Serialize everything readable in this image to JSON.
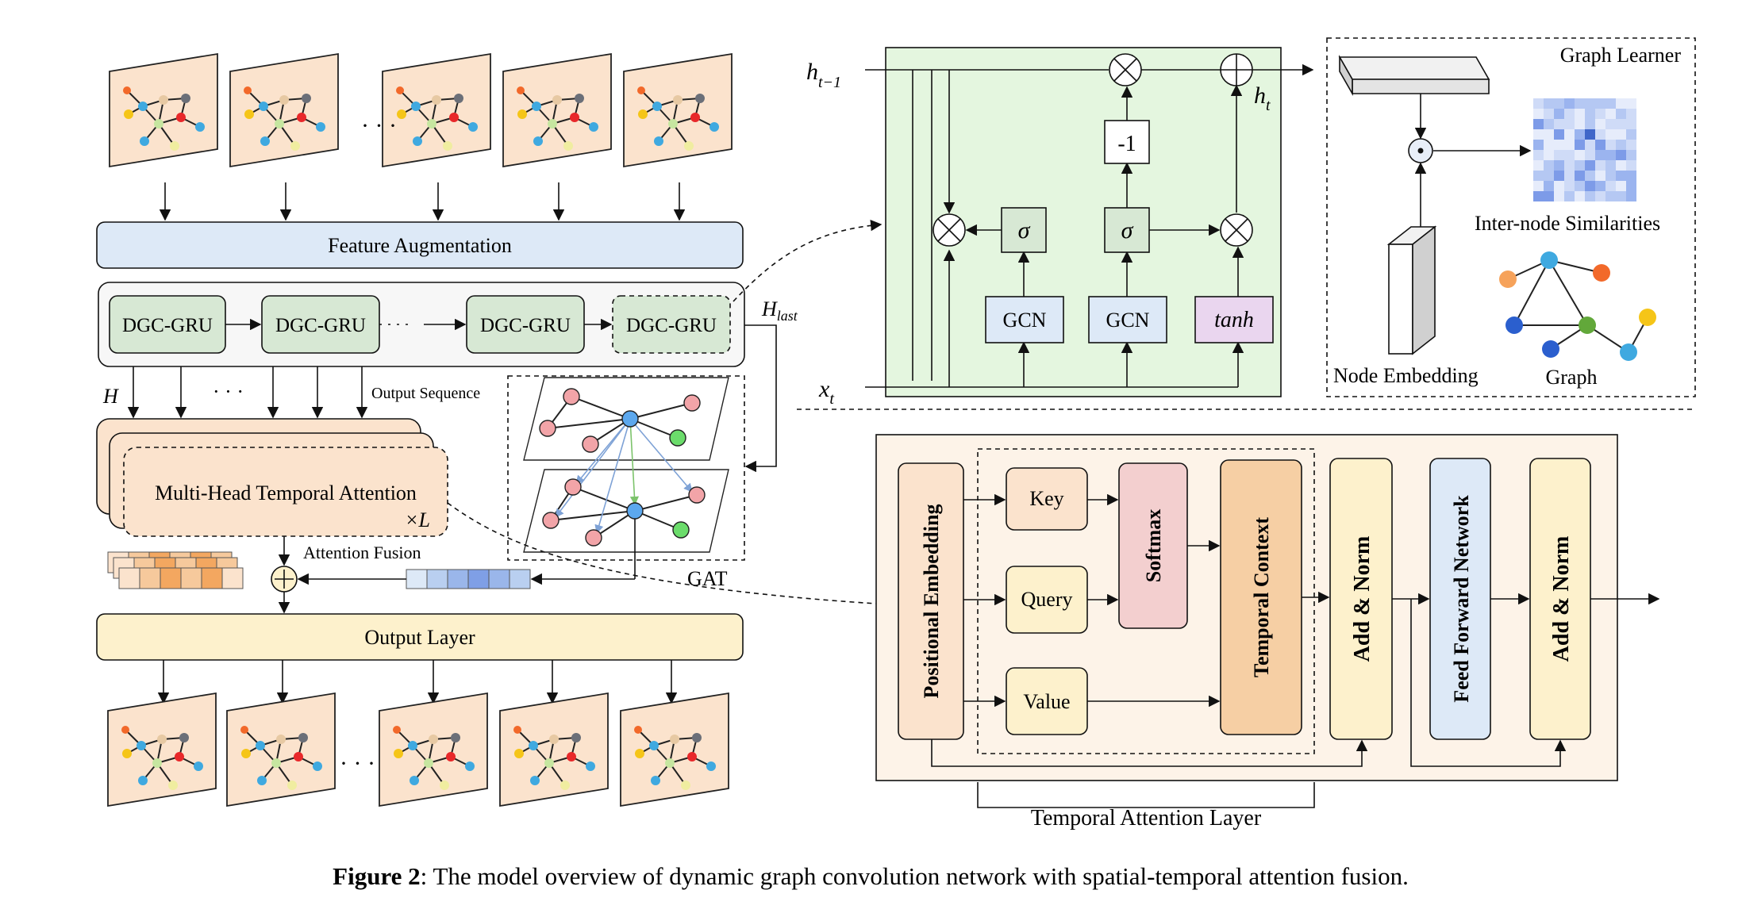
{
  "feature_augmentation": "Feature Augmentation",
  "dgc_gru": [
    "DGC-GRU",
    "DGC-GRU",
    "DGC-GRU",
    "DGC-GRU"
  ],
  "h_last_main": "H",
  "h_last_sub": "last",
  "h_label": "H",
  "dots": "· · ·",
  "output_sequence": "Output Sequence",
  "mhta": "Multi-Head Temporal Attention",
  "times_l": "×L",
  "attention_fusion": "Attention Fusion",
  "gat": "GAT",
  "output_layer": "Output Layer",
  "gru_cell": {
    "h_prev_main": "h",
    "h_prev_sub": "t−1",
    "h_t_main": "h",
    "h_t_sub": "t",
    "x_t_main": "x",
    "x_t_sub": "t",
    "minus_one": "-1",
    "sigma": "σ",
    "gcn": "GCN",
    "tanh": "tanh"
  },
  "graph_learner": {
    "title": "Graph Learner",
    "similarities": "Inter-node Similarities",
    "node_embedding": "Node Embedding",
    "graph": "Graph"
  },
  "temporal_attention": {
    "positional_embedding": "Positional Embedding",
    "key": "Key",
    "query": "Query",
    "value": "Value",
    "softmax": "Softmax",
    "temporal_context": "Temporal Context",
    "add_norm_1": "Add & Norm",
    "ffn": "Feed Forward Network",
    "add_norm_2": "Add & Norm",
    "layer_label": "Temporal Attention Layer"
  },
  "caption_bold": "Figure 2",
  "caption_rest": ": The model overview of dynamic graph convolution network with spatial-temporal attention fusion.",
  "colors": {
    "blue_box": "#dde9f7",
    "green_box": "#d7e8d4",
    "peach_box": "#fbe3cd",
    "yellow_box": "#fdf1cc",
    "pink_box": "#f3cfcf",
    "gru_bg": "#e4f6df",
    "panel_bg": "#fdf3e8"
  }
}
